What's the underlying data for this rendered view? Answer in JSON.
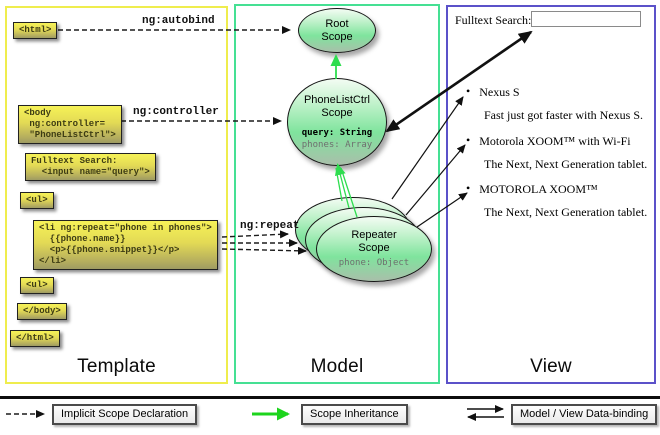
{
  "template_panel": {
    "label": "Template",
    "boxes": {
      "html_open": "<html>",
      "body_open": "<body\n ng:controller=\n \"PhoneListCtrl\">",
      "fulltext_line1": "Fulltext Search:",
      "fulltext_line2": "  <input name=\"query\">",
      "ul_open": "<ul>",
      "li_repeat": "<li ng:repeat=\"phone in phones\">\n  {{phone.name}}\n  <p>{{phone.snippet}}</p>\n</li>",
      "ul_close": "<ul>",
      "body_close": "</body>",
      "html_close": "</html>"
    }
  },
  "model_panel": {
    "label": "Model",
    "root_scope": {
      "name": "Root\nScope"
    },
    "phonelist_scope": {
      "name": "PhoneListCtrl\nScope",
      "prop_query": "query: String",
      "prop_phones": "phones: Array"
    },
    "repeater_scope": {
      "name": "Repeater\nScope",
      "prop_phone": "phone: Object"
    }
  },
  "view_panel": {
    "label": "View",
    "search_label": "Fulltext Search:",
    "search_value": "",
    "bullet": "•",
    "items": [
      {
        "title": "Nexus S",
        "desc": "Fast just got faster with Nexus S."
      },
      {
        "title": "Motorola XOOM™ with Wi-Fi",
        "desc": "The Next, Next Generation tablet."
      },
      {
        "title": "MOTOROLA XOOM™",
        "desc": "The Next, Next Generation tablet."
      }
    ]
  },
  "arrow_labels": {
    "autobind": "ng:autobind",
    "controller": "ng:controller",
    "repeat": "ng:repeat"
  },
  "legend": {
    "implicit": "Implicit Scope Declaration",
    "inheritance": "Scope Inheritance",
    "databinding": "Model / View Data-binding"
  },
  "colors": {
    "template_border": "#efed4e",
    "model_border": "#45e093",
    "view_border": "#5b51c9",
    "code_box_top": "#f6f257",
    "code_box_bottom": "#9e9b62",
    "scope_fill": "#7fe49d",
    "inheritance_green": "#2edd4f",
    "legend_green": "#1dd41d",
    "arrow_black": "#111111"
  }
}
